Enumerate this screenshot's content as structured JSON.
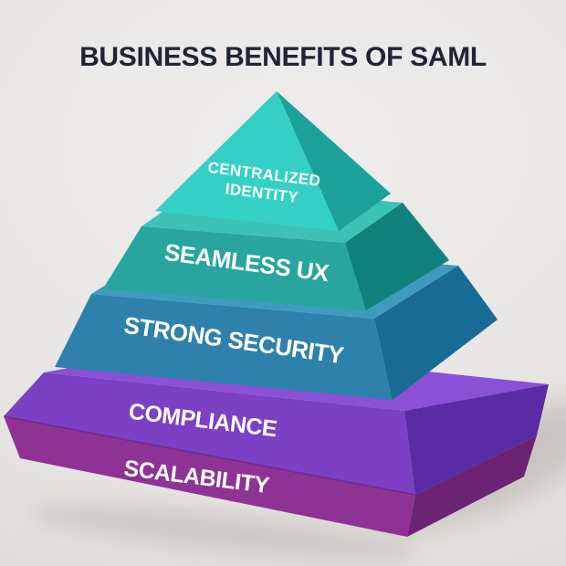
{
  "title": "BUSINESS BENEFITS OF SAML",
  "style": {
    "background_color": "#eae8e6",
    "title_color": "#1f2437",
    "label_text_color": "#ffffff"
  },
  "pyramid": {
    "type": "3d-layered-pyramid",
    "layer_count": 5,
    "layers": [
      {
        "id": "centralized-identity",
        "label": "CENTRALIZED IDENTITY",
        "label_lines": [
          "CENTRALIZED",
          "IDENTITY"
        ],
        "colors": {
          "front": "#35d0c5",
          "side": "#1aa29a"
        }
      },
      {
        "id": "seamless-ux",
        "label": "SEAMLESS UX",
        "colors": {
          "front": "#27a59e",
          "side": "#0e817c",
          "top": "#3ec2b8"
        }
      },
      {
        "id": "strong-security",
        "label": "STRONG SECURITY",
        "colors": {
          "front": "#2e81aa",
          "side": "#186b93",
          "top": "#3d9cbd"
        }
      },
      {
        "id": "compliance",
        "label": "COMPLIANCE",
        "colors": {
          "front": "#7b40c4",
          "side": "#5a2ba2",
          "top": "#8a50d6"
        }
      },
      {
        "id": "scalability",
        "label": "SCALABILITY",
        "colors": {
          "front": "#8e3294",
          "side": "#6b2473"
        }
      }
    ]
  }
}
